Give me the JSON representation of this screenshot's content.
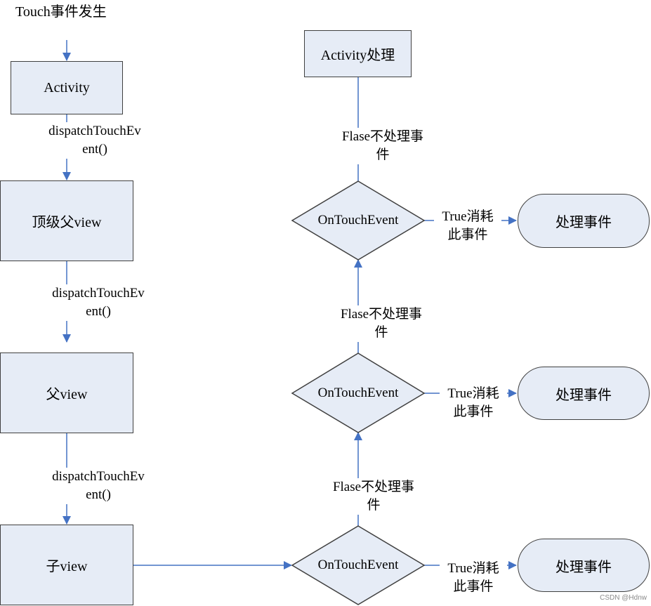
{
  "start_label": "Touch事件发生",
  "boxes": {
    "activity": "Activity",
    "top_parent": "顶级父view",
    "parent": "父view",
    "child": "子view",
    "activity_handle": "Activity处理"
  },
  "dispatch_labels": [
    {
      "line1": "dispatchTouchEv",
      "line2": "ent()"
    },
    {
      "line1": "dispatchTouchEv",
      "line2": "ent()"
    },
    {
      "line1": "dispatchTouchEv",
      "line2": "ent()"
    }
  ],
  "diamonds": [
    "OnTouchEvent",
    "OnTouchEvent",
    "OnTouchEvent"
  ],
  "false_labels": [
    {
      "line1": "Flase不处理事",
      "line2": "件"
    },
    {
      "line1": "Flase不处理事",
      "line2": "件"
    },
    {
      "line1": "Flase不处理事",
      "line2": "件"
    }
  ],
  "true_labels": [
    {
      "line1": "True消耗",
      "line2": "此事件"
    },
    {
      "line1": "True消耗",
      "line2": "此事件"
    },
    {
      "line1": "True消耗",
      "line2": "此事件"
    }
  ],
  "handle_event": [
    "处理事件",
    "处理事件",
    "处理事件"
  ],
  "watermark": "CSDN @Hdnw",
  "colors": {
    "fill": "#e6ecf6",
    "border": "#404040",
    "arrow": "#4472c4"
  }
}
